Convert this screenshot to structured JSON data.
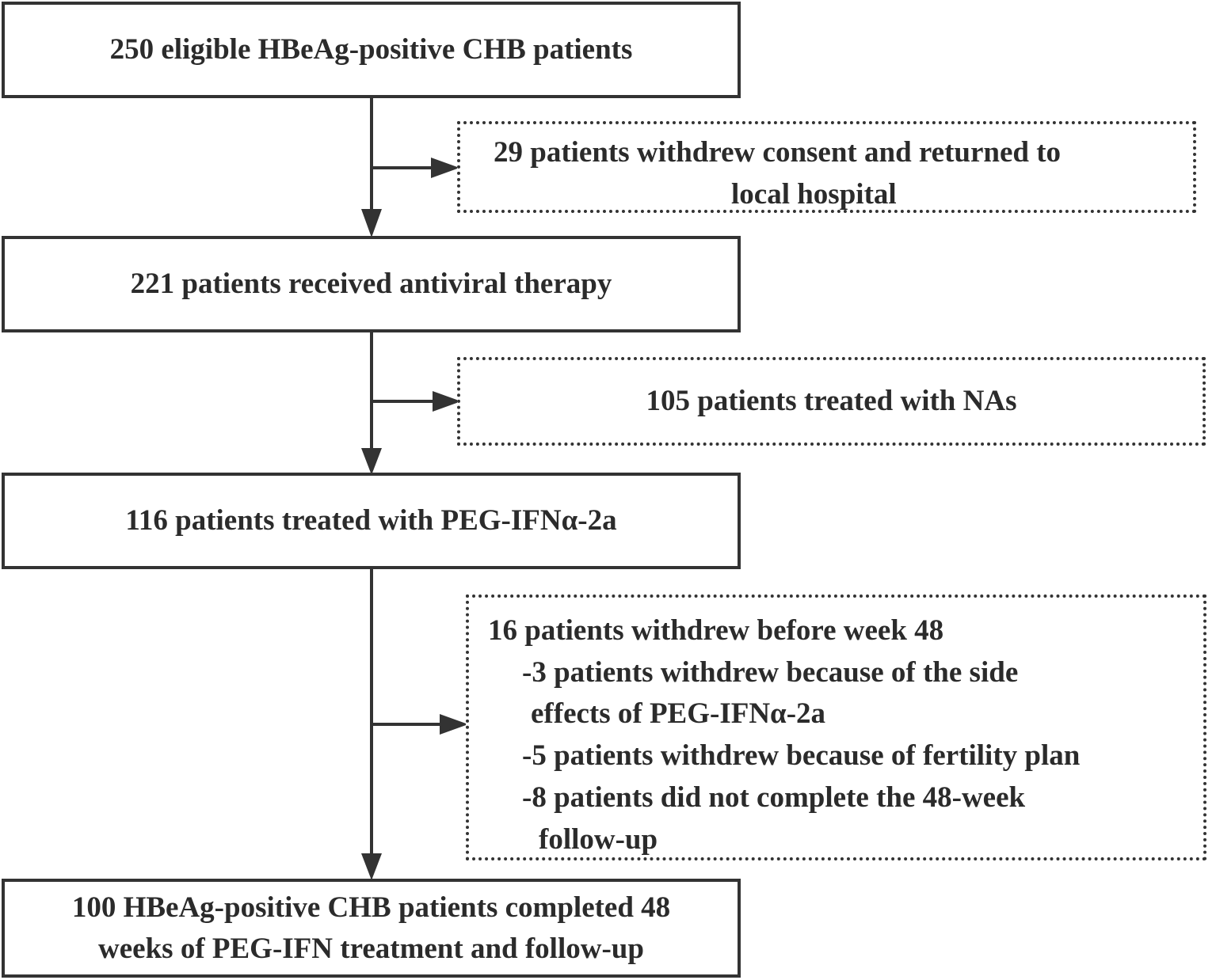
{
  "flow": {
    "step1": "250 eligible HBeAg-positive CHB patients",
    "exclusion1": {
      "line1": "29 patients withdrew consent and returned to",
      "line2": "local hospital"
    },
    "step2": "221 patients received antiviral therapy",
    "exclusion2": "105 patients treated with NAs",
    "step3": "116 patients treated with PEG-IFNα-2a",
    "exclusion3": {
      "heading": "16 patients withdrew before week 48",
      "item1_line1": "-3 patients withdrew because of the side",
      "item1_line2": "effects of PEG-IFNα-2a",
      "item2": "-5 patients withdrew because of fertility plan",
      "item3_line1": "-8 patients did not complete the 48-week",
      "item3_line2": "follow-up"
    },
    "final": {
      "line1": "100 HBeAg-positive CHB patients completed 48",
      "line2": "weeks of PEG-IFN treatment and follow-up"
    }
  }
}
